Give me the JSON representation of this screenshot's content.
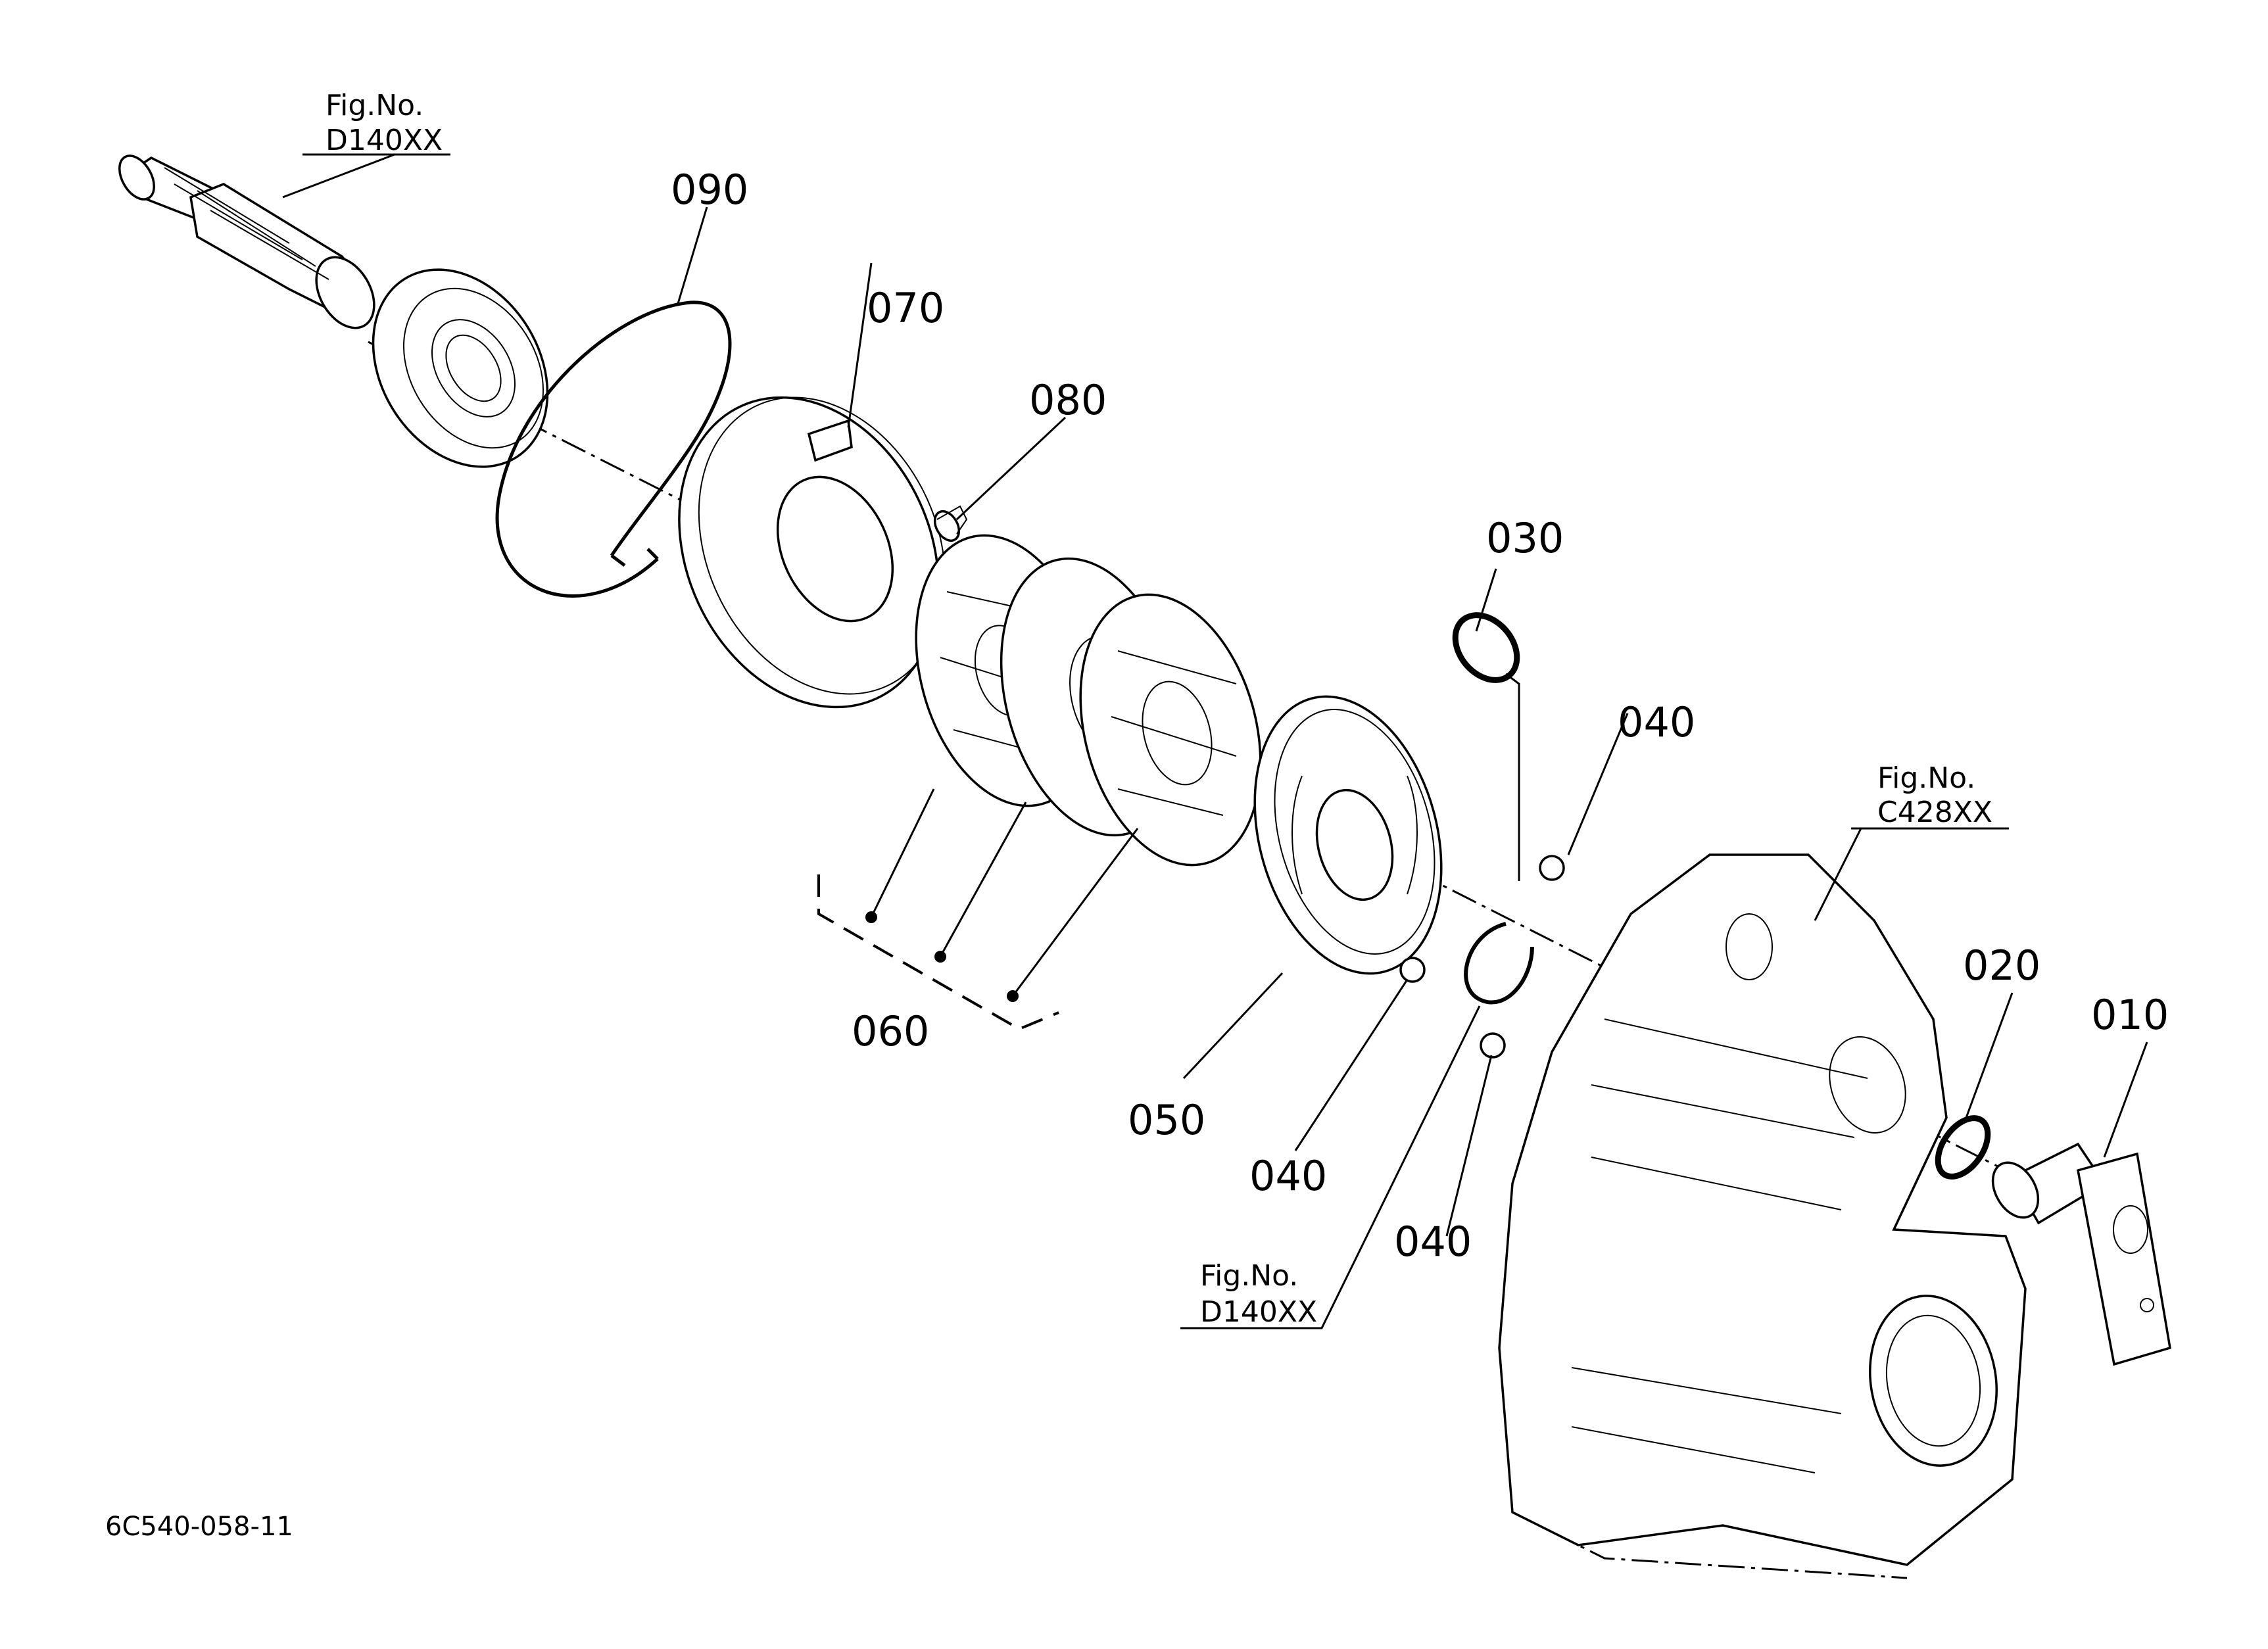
{
  "drawing_code": "6C540-058-11",
  "fig_refs": [
    {
      "line1": "Fig.No.",
      "line2": "D140XX"
    },
    {
      "line1": "Fig.No.",
      "line2": "C428XX"
    },
    {
      "line1": "Fig.No.",
      "line2": "D140XX"
    }
  ],
  "part_labels": [
    "090",
    "070",
    "080",
    "030",
    "040",
    "060",
    "050",
    "040",
    "040",
    "020",
    "010"
  ]
}
